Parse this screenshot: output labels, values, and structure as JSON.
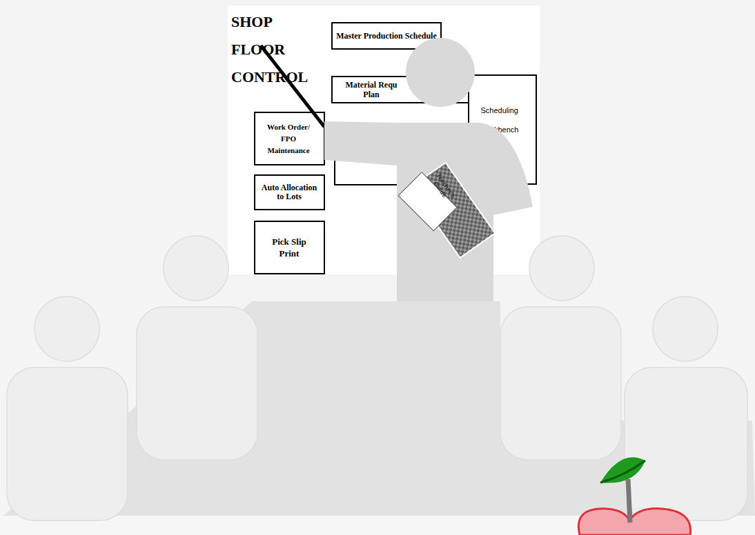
{
  "diagram": {
    "title": "SHOP FLOOR CONTROL",
    "nodes": [
      {
        "text": [
          "Master Production Schedule"
        ]
      },
      {
        "text": [
          "Material Requ Plan"
        ]
      },
      {
        "text": [
          "Scheduling Workbench by on"
        ]
      },
      {
        "text": [
          "Work Order/ FPO Maintenance"
        ]
      },
      {
        "text": [
          "Auto Allocation to Lots"
        ]
      },
      {
        "text": [
          "Pick Slip Print"
        ]
      }
    ],
    "labels": [
      "Teacher's Guide"
    ]
  }
}
